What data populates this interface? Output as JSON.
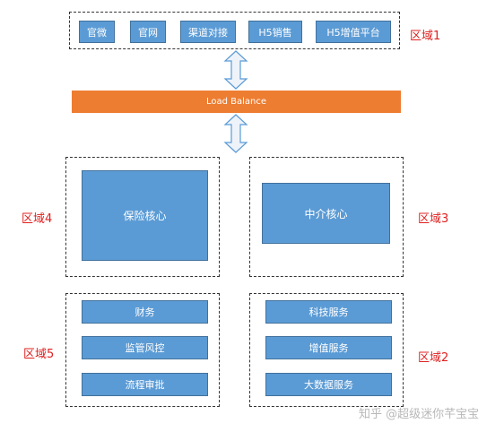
{
  "region1": {
    "label": "区域1",
    "items": [
      "官微",
      "官网",
      "渠道对接",
      "H5销售",
      "H5增值平台"
    ]
  },
  "load_balance": {
    "label": "Load Balance"
  },
  "region4": {
    "label": "区域4",
    "core": "保险核心"
  },
  "region3": {
    "label": "区域3",
    "core": "中介核心"
  },
  "region5": {
    "label": "区域5",
    "items": [
      "财务",
      "监管风控",
      "流程审批"
    ]
  },
  "region2": {
    "label": "区域2",
    "items": [
      "科技服务",
      "增值服务",
      "大数据服务"
    ]
  },
  "watermark": {
    "text": "知乎 @超级迷你芊宝宝"
  },
  "colors": {
    "box_fill": "#5b9bd5",
    "bar_fill": "#ed7d31",
    "region_label": "#e02020",
    "arrow_fill": "#eef3fa",
    "arrow_stroke": "#5b9bd5"
  }
}
